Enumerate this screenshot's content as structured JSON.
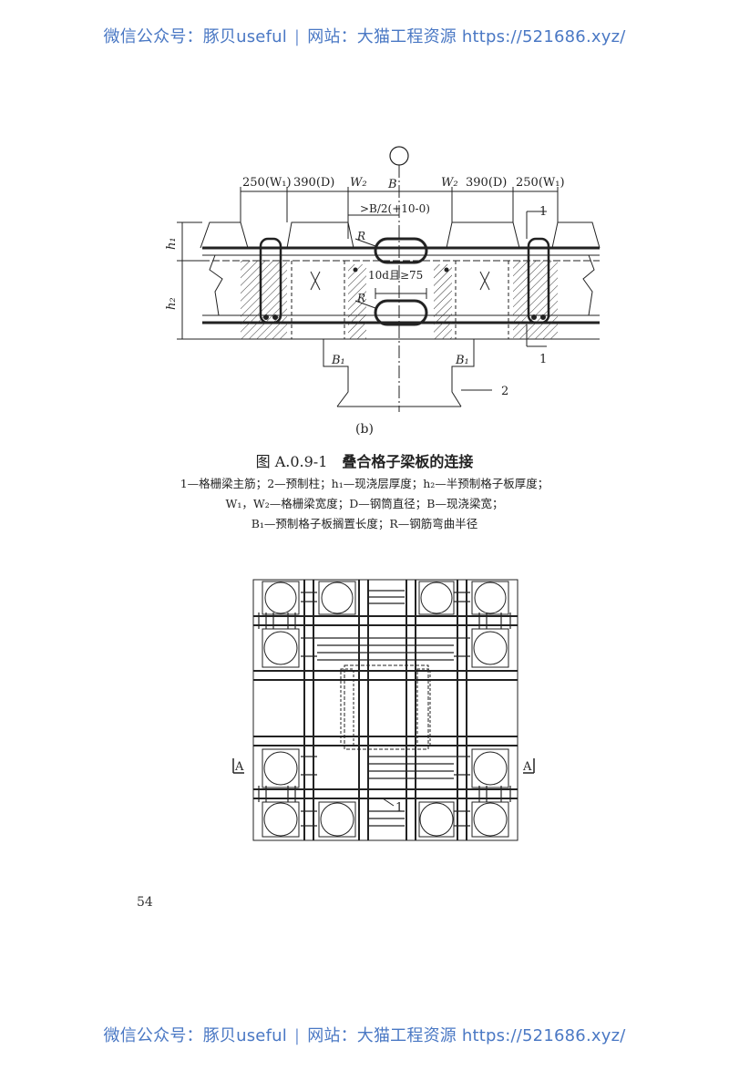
{
  "header": {
    "left_text": "微信公众号：豚贝useful",
    "separator": "|",
    "right_text": "网站：大猫工程资源 https://521686.xyz/"
  },
  "footer": {
    "left_text": "微信公众号：豚贝useful",
    "separator": "|",
    "right_text": "网站：大猫工程资源 https://521686.xyz/"
  },
  "figure_b": {
    "dims": {
      "w1_left": "250(W₁)",
      "d_left": "390(D)",
      "w2_left": "W₂",
      "b": "B",
      "w2_right": "W₂",
      "d_right": "390(D)",
      "w1_right": "250(W₁)",
      "half_b": ">B/2(+10-0)",
      "lap": "10d且≥75",
      "h1": "h₁",
      "h2": "h₂",
      "r_top": "R",
      "r_bottom": "R",
      "b1_left": "B₁",
      "b1_right": "B₁"
    },
    "callouts": {
      "c1_top": "1",
      "c1_bottom": "1",
      "c2": "2"
    },
    "sub_label": "(b)"
  },
  "figure_caption": {
    "number": "图 A.0.9-1",
    "title": "叠合格子梁板的连接",
    "legend_line_1": "1—格栅梁主筋；2—预制柱；h₁—现浇层厚度；h₂—半预制格子板厚度；",
    "legend_line_2": "W₁，W₂—格栅梁宽度；D—钢筒直径；B—现浇梁宽；",
    "legend_line_3": "B₁—预制格子板搁置长度；R—钢筋弯曲半径"
  },
  "plan_figure": {
    "section_left": "A",
    "section_right": "A",
    "callout": "1"
  },
  "page": {
    "number": "54"
  }
}
